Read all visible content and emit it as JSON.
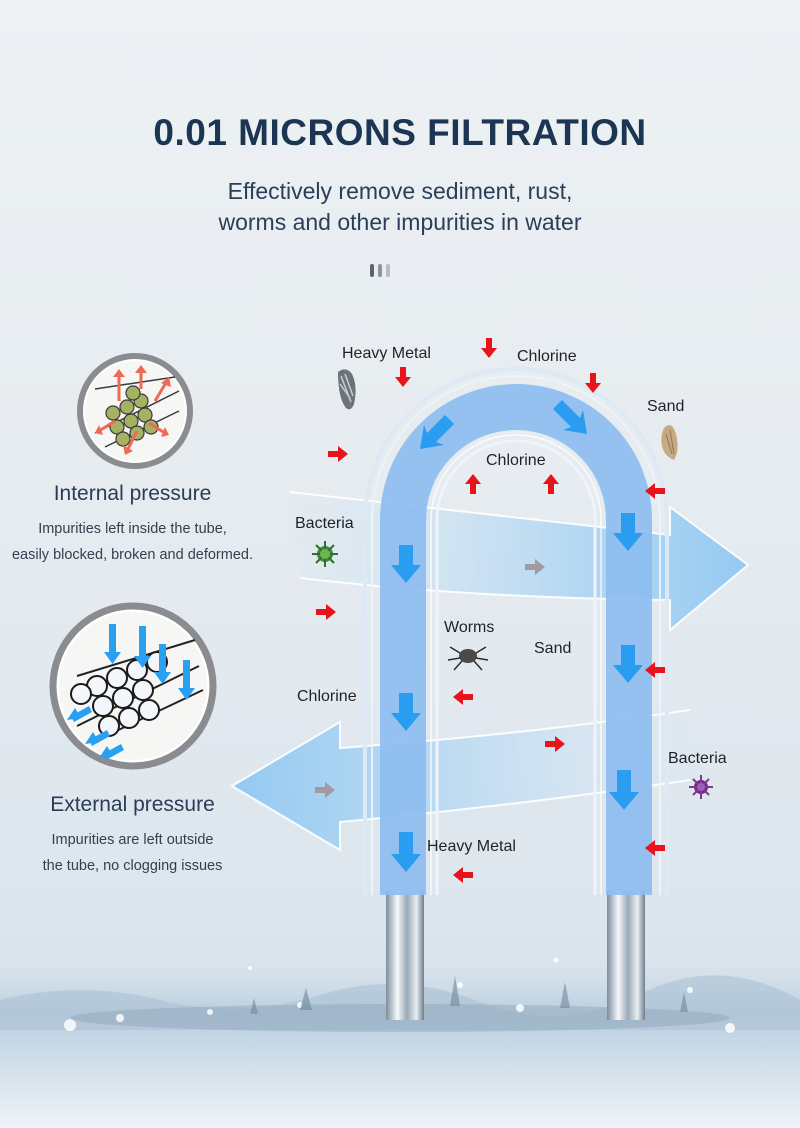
{
  "header": {
    "title": "0.01 MICRONS FILTRATION",
    "subtitle_line1": "Effectively remove sediment, rust,",
    "subtitle_line2": "worms and other impurities in water"
  },
  "internal": {
    "heading": "Internal pressure",
    "desc_line1": "Impurities left inside the tube,",
    "desc_line2": "easily blocked, broken and deformed."
  },
  "external": {
    "heading": "External pressure",
    "desc_line1": "Impurities are left outside",
    "desc_line2": "the tube, no clogging issues"
  },
  "labels": {
    "heavy_metal_top": "Heavy Metal",
    "chlorine_top": "Chlorine",
    "sand_top": "Sand",
    "chlorine_inner": "Chlorine",
    "bacteria_left": "Bacteria",
    "worms": "Worms",
    "sand_mid": "Sand",
    "chlorine_left": "Chlorine",
    "bacteria_right": "Bacteria",
    "heavy_metal_bottom": "Heavy Metal"
  },
  "colors": {
    "tube": "#8dbdf0",
    "flow_arrow": "#2a9df0",
    "impurity_arrow": "#e8141b",
    "title": "#1b3553"
  }
}
